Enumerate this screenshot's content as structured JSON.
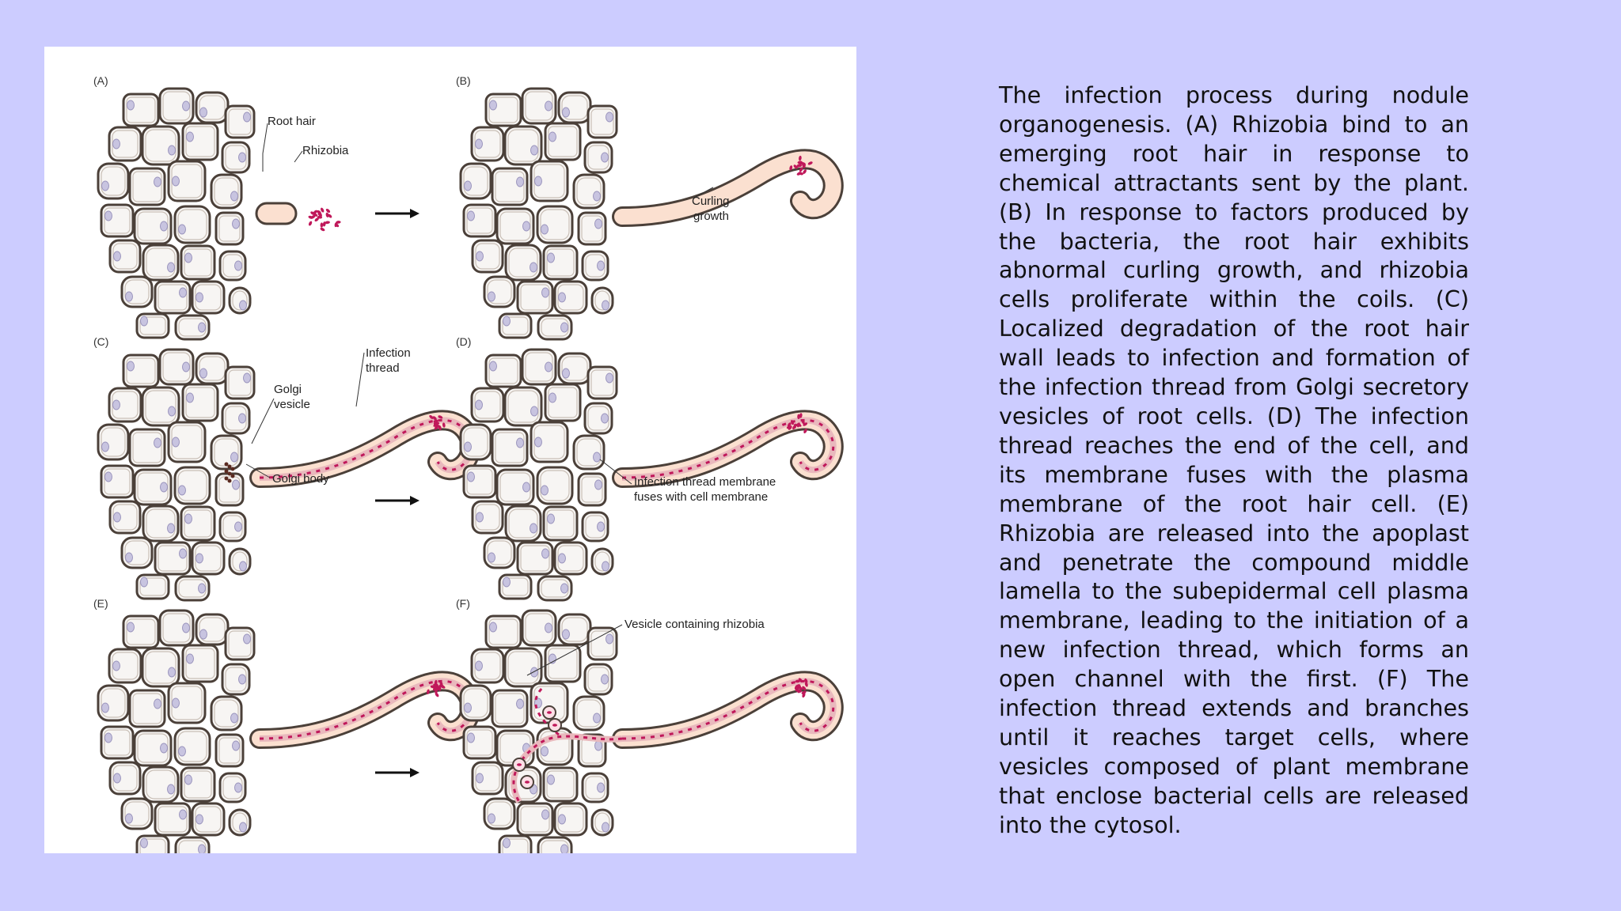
{
  "colors": {
    "slide_background": "#ccccff",
    "panel_background": "#ffffff",
    "cell_fill": "#f7f5f3",
    "cell_outline": "#4b4039",
    "root_hair_fill": "#fbe0d0",
    "rhizobia": "#c0185a",
    "nucleus": "#c8c4e0"
  },
  "figure": {
    "panels": [
      {
        "id": "A",
        "label": "(A)"
      },
      {
        "id": "B",
        "label": "(B)"
      },
      {
        "id": "C",
        "label": "(C)"
      },
      {
        "id": "D",
        "label": "(D)"
      },
      {
        "id": "E",
        "label": "(E)"
      },
      {
        "id": "F",
        "label": "(F)"
      }
    ],
    "annotations": {
      "root_hair": "Root hair",
      "rhizobia": "Rhizobia",
      "curling_1": "Curling",
      "curling_2": "growth",
      "infection_1": "Infection",
      "infection_2": "thread",
      "golgi_vesicle_1": "Golgi",
      "golgi_vesicle_2": "vesicle",
      "golgi_body": "Golgi body",
      "membrane_fuse_1": "Infection thread membrane",
      "membrane_fuse_2": "fuses with cell membrane",
      "vesicle_rhizobia": "Vesicle containing rhizobia"
    },
    "arrow_icon": "right-arrow-icon"
  },
  "caption": {
    "text": "The infection process during nodule organogenesis. (A) Rhizobia bind to an emerging root hair in response to chemical attractants sent by the plant. (B) In response to factors produced by the bacteria, the root hair exhibits abnormal curling growth, and rhizobia cells proliferate within the coils. (C) Localized degradation of the root hair wall leads to infection and formation of the infection thread from Golgi secretory vesicles of root cells. (D) The infection thread reaches the end of the cell, and its membrane fuses with the plasma membrane of the root hair cell. (E) Rhizobia are released into the apoplast and penetrate the compound middle lamella to the subepidermal cell plasma membrane, leading to the initiation of a new infection thread, which forms an open channel with the first. (F) The infection thread extends and branches until it reaches target cells, where vesicles composed of plant membrane that enclose bacterial cells are released into the cytosol."
  }
}
